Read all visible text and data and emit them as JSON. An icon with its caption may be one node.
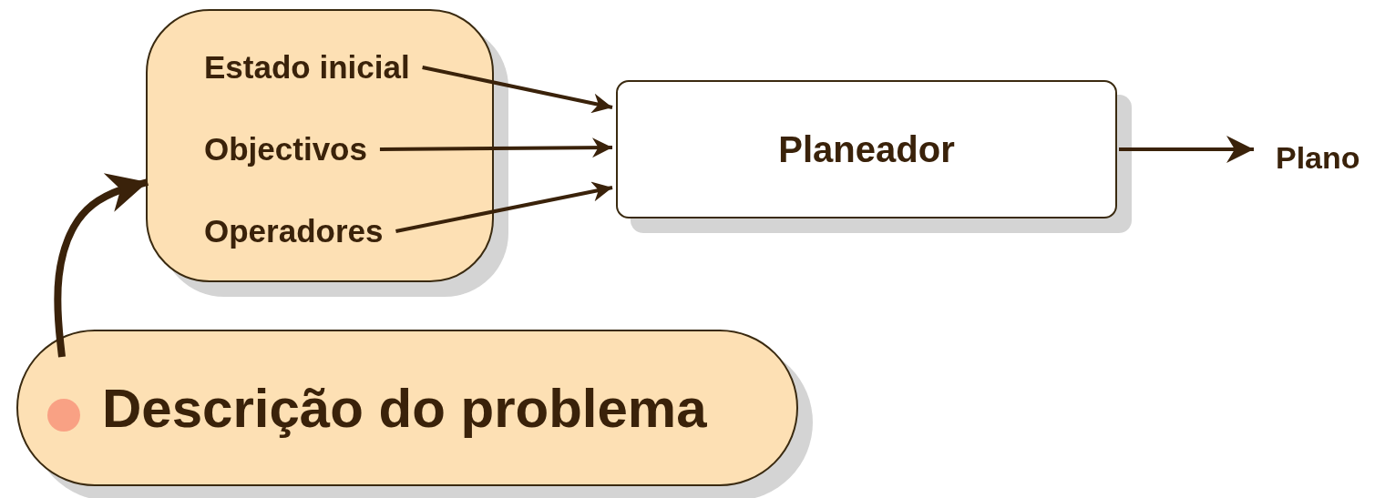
{
  "diagram": {
    "nodes": [
      {
        "text": [],
        "shape": "box"
      },
      {
        "text": [
          "Estado inicial"
        ],
        "in": 0
      },
      {
        "text": [
          "Objectivos"
        ],
        "in": 0
      },
      {
        "text": [
          "Operadores"
        ],
        "in": 0
      },
      {
        "text": [
          "Planeador"
        ]
      },
      {
        "text": [
          "Plano"
        ]
      },
      {
        "text": [
          "Descrição do problema"
        ]
      }
    ],
    "edges": [
      {
        "from": 1,
        "to": 4,
        "arrow": "to"
      },
      {
        "from": 2,
        "to": 4,
        "arrow": "to"
      },
      {
        "from": 3,
        "to": 4,
        "arrow": "to"
      },
      {
        "from": 4,
        "to": 5,
        "arrow": "to"
      },
      {
        "from": 6,
        "to": 0,
        "arrow": "to",
        "style": "thick"
      }
    ]
  }
}
